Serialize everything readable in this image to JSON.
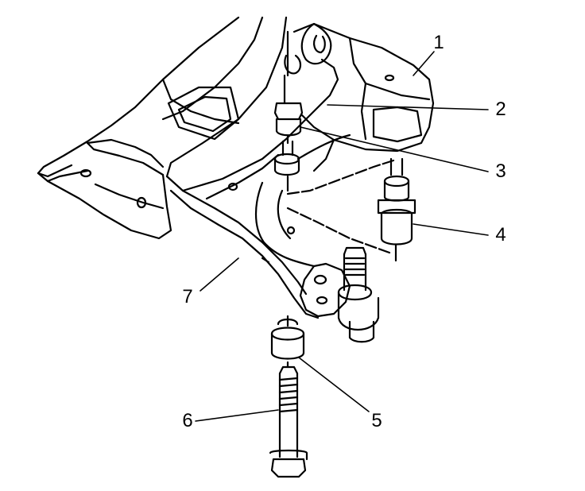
{
  "callouts": {
    "c1": "1",
    "c2": "2",
    "c3": "3",
    "c4": "4",
    "c5": "5",
    "c6": "6",
    "c7": "7"
  },
  "parts": [
    "frame-crossmember",
    "control-arm-bolt-nut",
    "upper-bushing",
    "rear-bushing-assembly",
    "lower-bushing",
    "control-arm-bolt",
    "lower-control-arm"
  ],
  "colors": {
    "line": "#000000",
    "background": "#ffffff"
  }
}
